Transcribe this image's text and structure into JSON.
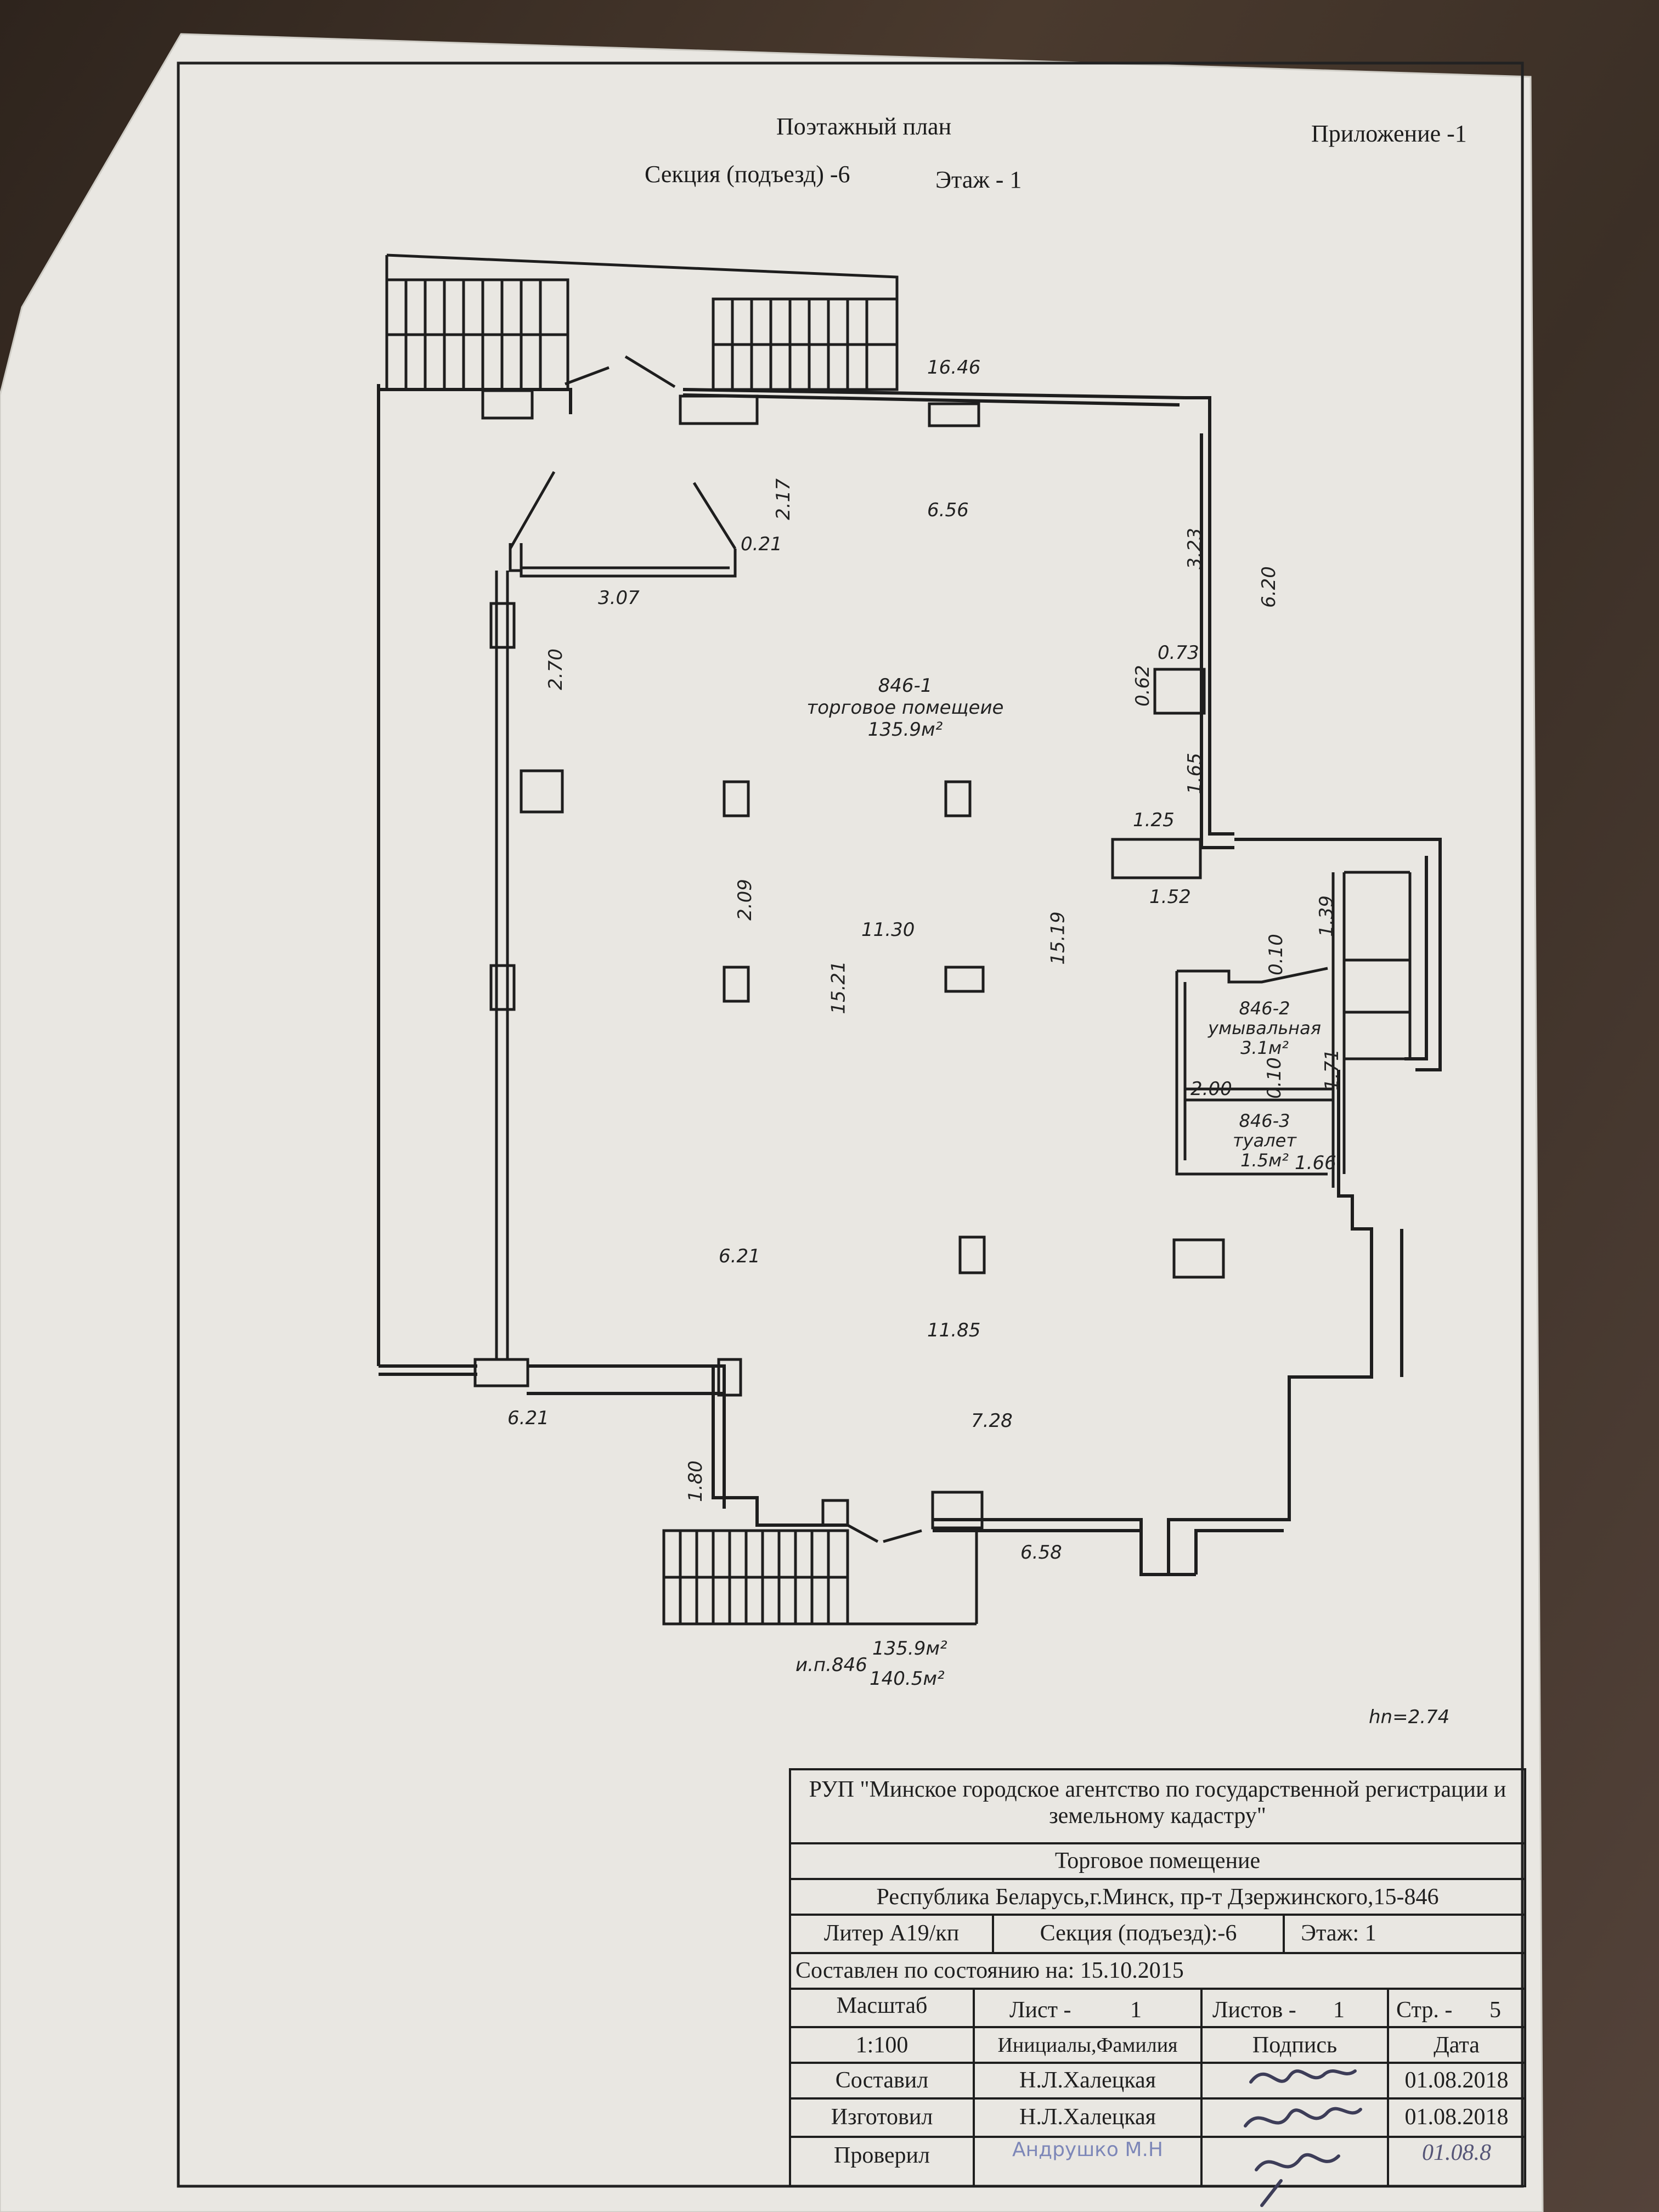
{
  "header": {
    "title": "Поэтажный план",
    "appendix": "Приложение -1",
    "section": "Секция (подъезд) -6",
    "floor": "Этаж - 1"
  },
  "plan": {
    "dims": {
      "d1646": "16.46",
      "d656": "6.56",
      "d217": "2.17",
      "d021": "0.21",
      "d307": "3.07",
      "d323": "3.23",
      "d620": "6.20",
      "d270": "2.70",
      "d073": "0.73",
      "d062": "0.62",
      "d165": "1.65",
      "d125": "1.25",
      "d152": "1.52",
      "d209": "2.09",
      "d1130": "11.30",
      "d1519": "15.19",
      "d1521": "15.21",
      "d139": "1.39",
      "d010a": "0.10",
      "d200": "2.00",
      "d010b": "0.10",
      "d171": "1.71",
      "d166": "1.66",
      "d621a": "6.21",
      "d1185": "11.85",
      "d621b": "6.21",
      "d728": "7.28",
      "d180": "1.80",
      "d658": "6.58",
      "hn": "hn=2.74"
    },
    "rooms": {
      "r1_code": "846-1",
      "r1_name": "торговое помещеие",
      "r1_area": "135.9м²",
      "r2_code": "846-2",
      "r2_name": "умывальная",
      "r2_area": "3.1м²",
      "r3_code": "846-3",
      "r3_name": "туалет",
      "r3_area": "1.5м²"
    },
    "totals": {
      "label": "и.п.846",
      "area1": "135.9м²",
      "area2": "140.5м²"
    }
  },
  "titleblock": {
    "org": "РУП \"Минское городское агентство по государственной регистрации и земельному кадастру\"",
    "object": "Торговое помещение",
    "address": "Республика Беларусь,г.Минск, пр-т Дзержинского,15-846",
    "liter": "Литер А19/кп",
    "section": "Секция (подъезд):-6",
    "floor": "Этаж: 1",
    "state_date": "Составлен по состоянию на: 15.10.2015",
    "scale_label": "Масштаб",
    "scale_value": "1:100",
    "sheet": "Лист -",
    "sheet_no": "1",
    "sheets": "Листов -",
    "sheets_no": "1",
    "page": "Стр. -",
    "page_no": "5",
    "col_name": "Инициалы,Фамилия",
    "col_sign": "Подпись",
    "col_date": "Дата",
    "row1_role": "Составил",
    "row1_name": "Н.Л.Халецкая",
    "row1_date": "01.08.2018",
    "row2_role": "Изготовил",
    "row2_name": "Н.Л.Халецкая",
    "row2_date": "01.08.2018",
    "row3_role": "Проверил",
    "row3_name": "Андрушко М.Н",
    "row3_date": "01.08.8"
  }
}
